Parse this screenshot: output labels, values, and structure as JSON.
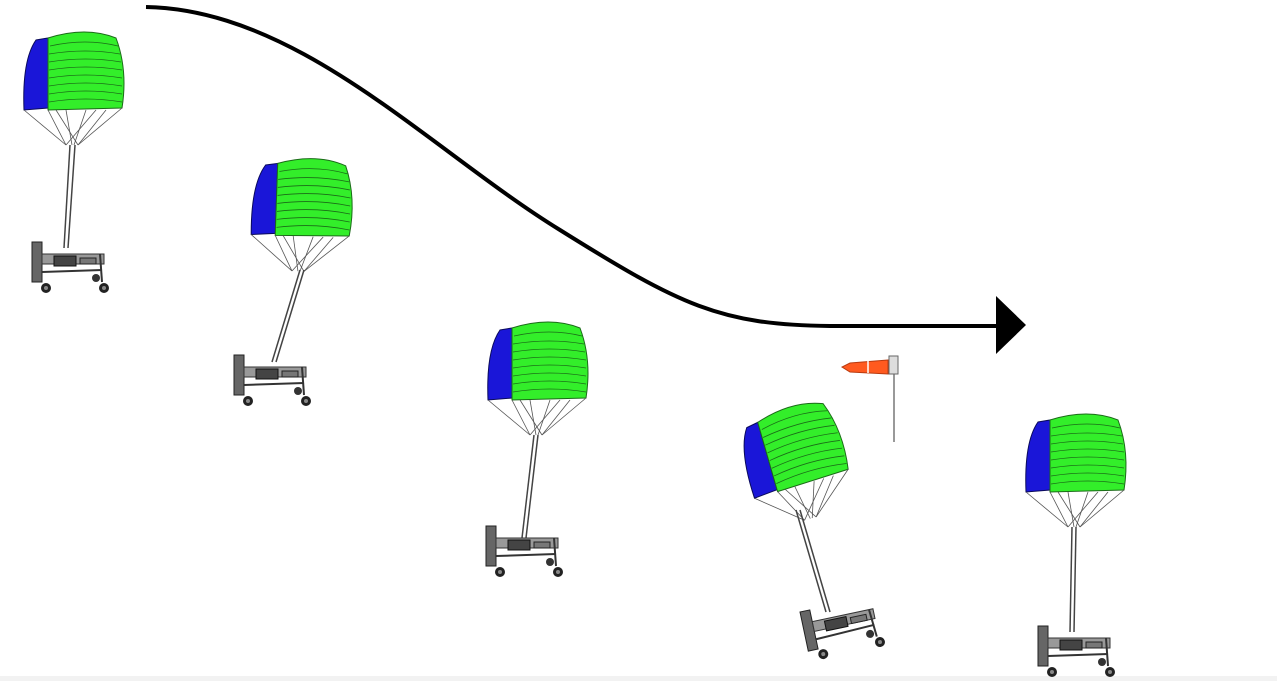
{
  "diagram": {
    "kite_count": 5,
    "colors": {
      "canopy_top": "#33ee2a",
      "canopy_side": "#1a16d8",
      "windsock": "#ff5a1f",
      "arrow": "#000000",
      "vehicle": "#444444"
    },
    "items": [
      {
        "kind": "kite-vehicle",
        "tilt_deg": 0
      },
      {
        "kind": "kite-vehicle",
        "tilt_deg": 7
      },
      {
        "kind": "kite-vehicle",
        "tilt_deg": 3
      },
      {
        "kind": "kite-vehicle",
        "tilt_deg": -18
      },
      {
        "kind": "kite-vehicle",
        "tilt_deg": 0
      }
    ],
    "arrow": {
      "icon": "arrow-right-icon"
    },
    "windsock": {
      "icon": "windsock-icon"
    }
  }
}
